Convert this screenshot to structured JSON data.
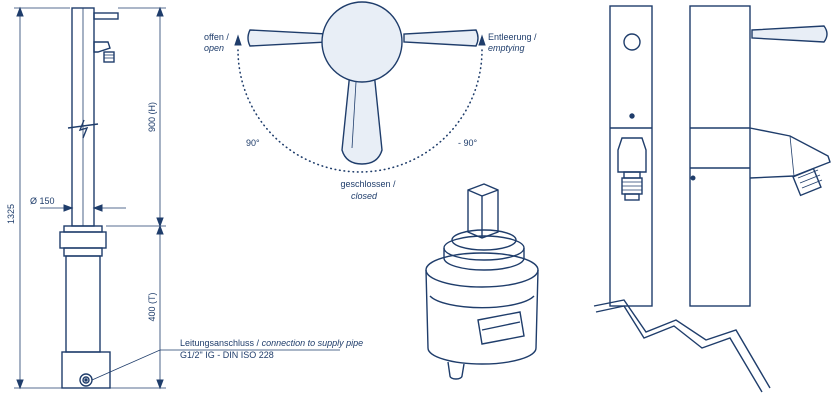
{
  "dimensions": {
    "total_height": "1325",
    "upper_height": "900 (H)",
    "lower_height": "400 (T)",
    "diameter": "Ø 150"
  },
  "connection": {
    "label_de": "Leitungsanschluss / ",
    "label_en": "connection to supply pipe",
    "spec": "G1/2\" IG - DIN ISO 228"
  },
  "handle": {
    "open_de": "offen /",
    "open_en": "open",
    "empty_de": "Entleerung /",
    "empty_en": "emptying",
    "closed_de": "geschlossen /",
    "closed_en": "closed",
    "angle_left": "90°",
    "angle_right": "- 90°"
  },
  "colors": {
    "ink": "#1f3d6b",
    "fill": "#e8eef6"
  }
}
